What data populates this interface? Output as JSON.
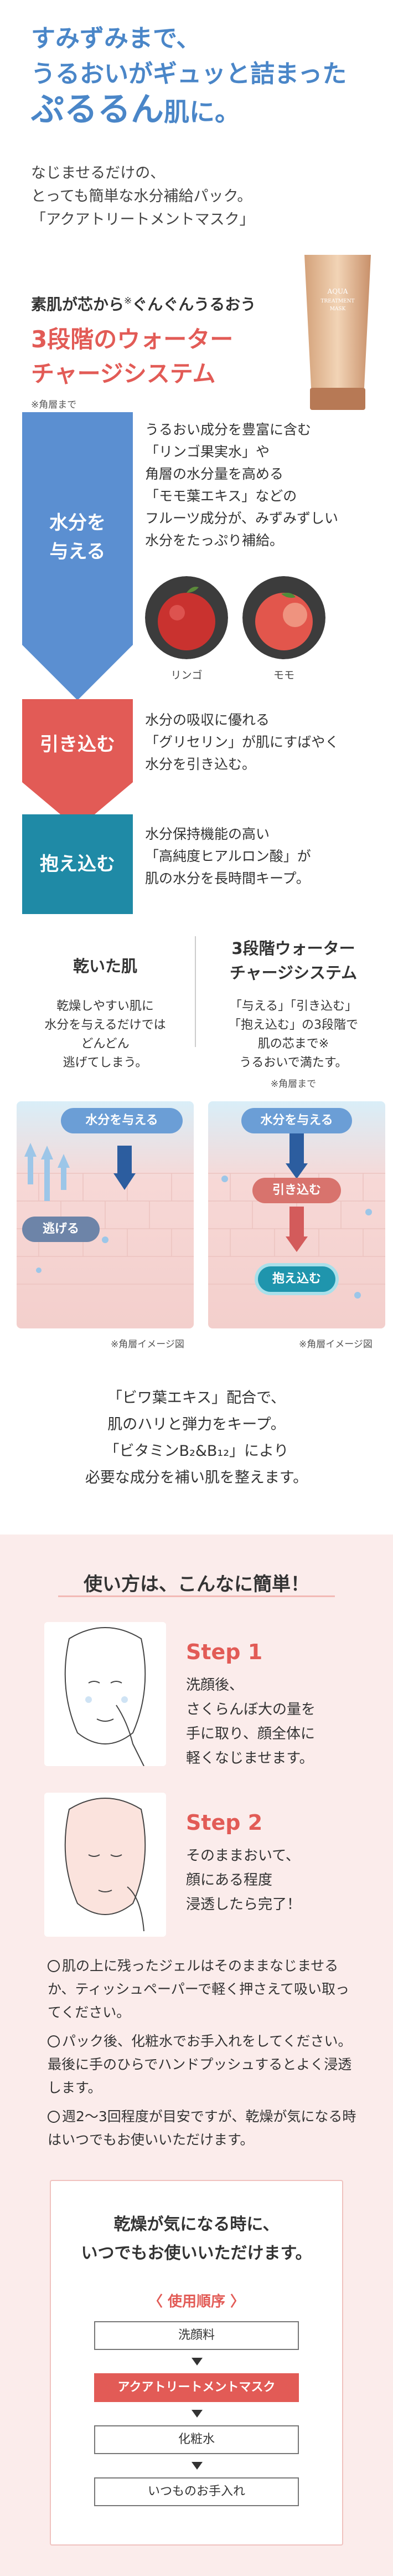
{
  "hero": {
    "line1": "すみずみまで、",
    "line2": "うるおいがギュッと詰まった",
    "line3_em": "ぷるるん",
    "line3_rest": "肌に。",
    "sub1": "なじませるだけの、",
    "sub2": "とっても簡単な水分補給パック。",
    "sub3": "「アクアトリートメントマスク」"
  },
  "product": {
    "brand_line1": "AQUA",
    "brand_line2": "TREATMENT",
    "brand_line3": "MASK"
  },
  "water_charge": {
    "lead_a": "素肌が芯から",
    "lead_mark": "※",
    "lead_b": "ぐんぐんうるおう",
    "title1": "3段階のウォーター",
    "title2": "チャージシステム",
    "note": "※角層まで",
    "steps": [
      {
        "label1": "水分を",
        "label2": "与える",
        "text": [
          "うるおい成分を豊富に含む",
          "「リンゴ果実水」や",
          "角層の水分量を高める",
          "「モモ葉エキス」などの",
          "フルーツ成分が、みずみずしい",
          "水分をたっぷり補給。"
        ],
        "fruits": [
          "リンゴ",
          "モモ"
        ]
      },
      {
        "label1": "引き込む",
        "text": [
          "水分の吸収に優れる",
          "「グリセリン」が肌にすばやく",
          "水分を引き込む。"
        ]
      },
      {
        "label1": "抱え込む",
        "text": [
          "水分保持機能の高い",
          "「高純度ヒアルロン酸」が",
          "肌の水分を長時間キープ。"
        ]
      }
    ]
  },
  "comparison": {
    "left": {
      "title": "乾いた肌",
      "body": [
        "乾燥しやすい肌に",
        "水分を与えるだけでは",
        "どんどん",
        "逃げてしまう。"
      ],
      "pill_give": "水分を与える",
      "pill_escape": "逃げる",
      "caption": "※角層イメージ図"
    },
    "right": {
      "title1": "3段階ウォーター",
      "title2": "チャージシステム",
      "body": [
        "「与える」「引き込む」",
        "「抱え込む」の3段階で",
        "肌の芯まで※",
        "うるおいで満たす。"
      ],
      "note": "※角層まで",
      "pill_give": "水分を与える",
      "pill_pull": "引き込む",
      "pill_hold": "抱え込む",
      "caption": "※角層イメージ図"
    },
    "closing": [
      "「ビワ葉エキス」配合で、",
      "肌のハリと弾力をキープ。",
      "「ビタミンB₂&B₁₂」により",
      "必要な成分を補い肌を整えます。"
    ]
  },
  "howto": {
    "title": "使い方は、こんなに簡単！",
    "step1_head": "Step 1",
    "step1_text": [
      "洗顔後、",
      "さくらんぼ大の量を",
      "手に取り、顔全体に",
      "軽くなじませます。"
    ],
    "step2_head": "Step 2",
    "step2_text": [
      "そのままおいて、",
      "顔にある程度",
      "浸透したら完了！"
    ],
    "bullets": [
      "肌の上に残ったジェルはそのままなじませるか、ティッシュペーパーで軽く押さえて吸い取ってください。",
      "パック後、化粧水でお手入れをしてください。最後に手のひらでハンドプッシュするとよく浸透します。",
      "週2～3回程度が目安ですが、乾燥が気になる時はいつでもお使いいただけます。"
    ]
  },
  "order": {
    "lead1": "乾燥が気になる時に、",
    "lead2": "いつでもお使いいただけます。",
    "head": "〈 使用順序 〉",
    "items": [
      "洗顔料",
      "アクアトリートメントマスク",
      "化粧水",
      "いつものお手入れ"
    ]
  },
  "colors": {
    "blue": "#5b8fd1",
    "red": "#e25b56",
    "teal": "#1f8aa6",
    "pink_bg": "#fbeceb"
  }
}
